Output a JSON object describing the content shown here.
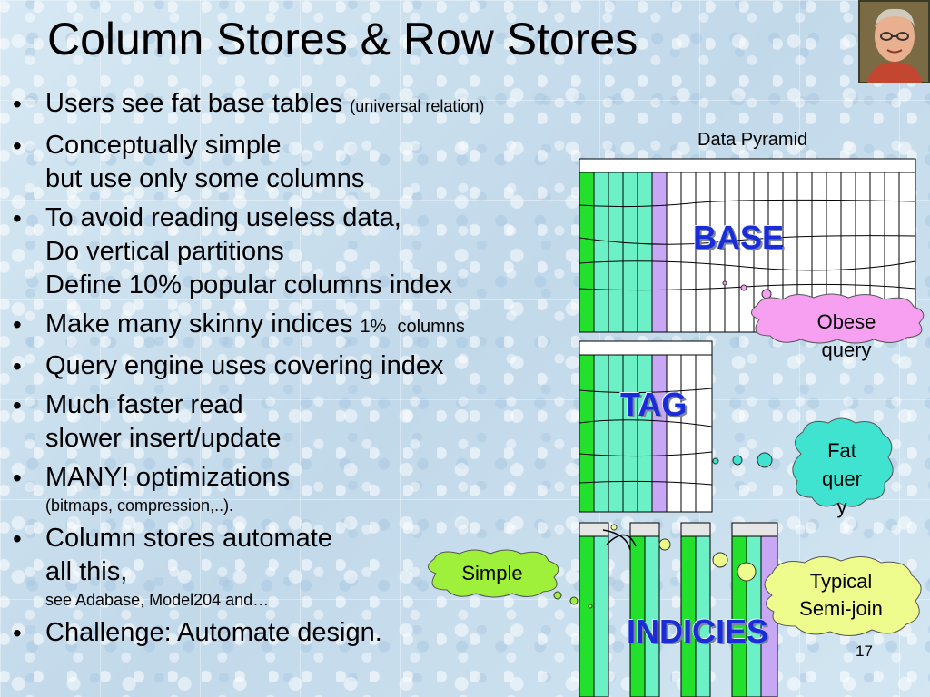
{
  "slide": {
    "title": "Column Stores & Row Stores",
    "number": "17"
  },
  "bullets": [
    {
      "main": "Users see fat base tables",
      "note": "(universal relation)"
    },
    {
      "lines": [
        "Conceptually simple",
        "but use only some columns"
      ]
    },
    {
      "lines": [
        "To avoid reading useless data,",
        "Do vertical partitions",
        "Define 10% popular columns index"
      ]
    },
    {
      "main": "Make many skinny indices",
      "pct": "1%",
      "cols": "columns"
    },
    {
      "main": "Query engine uses covering index"
    },
    {
      "lines": [
        "Much faster read",
        "slower insert/update"
      ]
    },
    {
      "main": "MANY! optimizations",
      "sub": "(bitmaps, compression,..)."
    },
    {
      "lines": [
        "Column stores automate",
        "all this,"
      ],
      "sub": "see Adabase, Model204 and…"
    },
    {
      "main": "Challenge: Automate design."
    }
  ],
  "diagram": {
    "caption": "Data Pyramid",
    "base_label": "BASE",
    "tag_label": "TAG",
    "indices_label": "INDICIES",
    "clouds": {
      "obese": "Obese query",
      "fat": "Fat quer y",
      "simple": "Simple",
      "semijoin": "Typical Semi-join"
    },
    "colors": {
      "green": "#22e02c",
      "aqua": "#6cf0c6",
      "purple": "#c8a8f4",
      "label_blue": "#1a2bd8",
      "cloud_pink": "#f7a0f2",
      "cloud_cyan": "#3fe3d0",
      "cloud_lime": "#9ff03a",
      "cloud_yellow": "#eefc8e"
    }
  },
  "portrait": {
    "icon": "presenter-photo"
  }
}
